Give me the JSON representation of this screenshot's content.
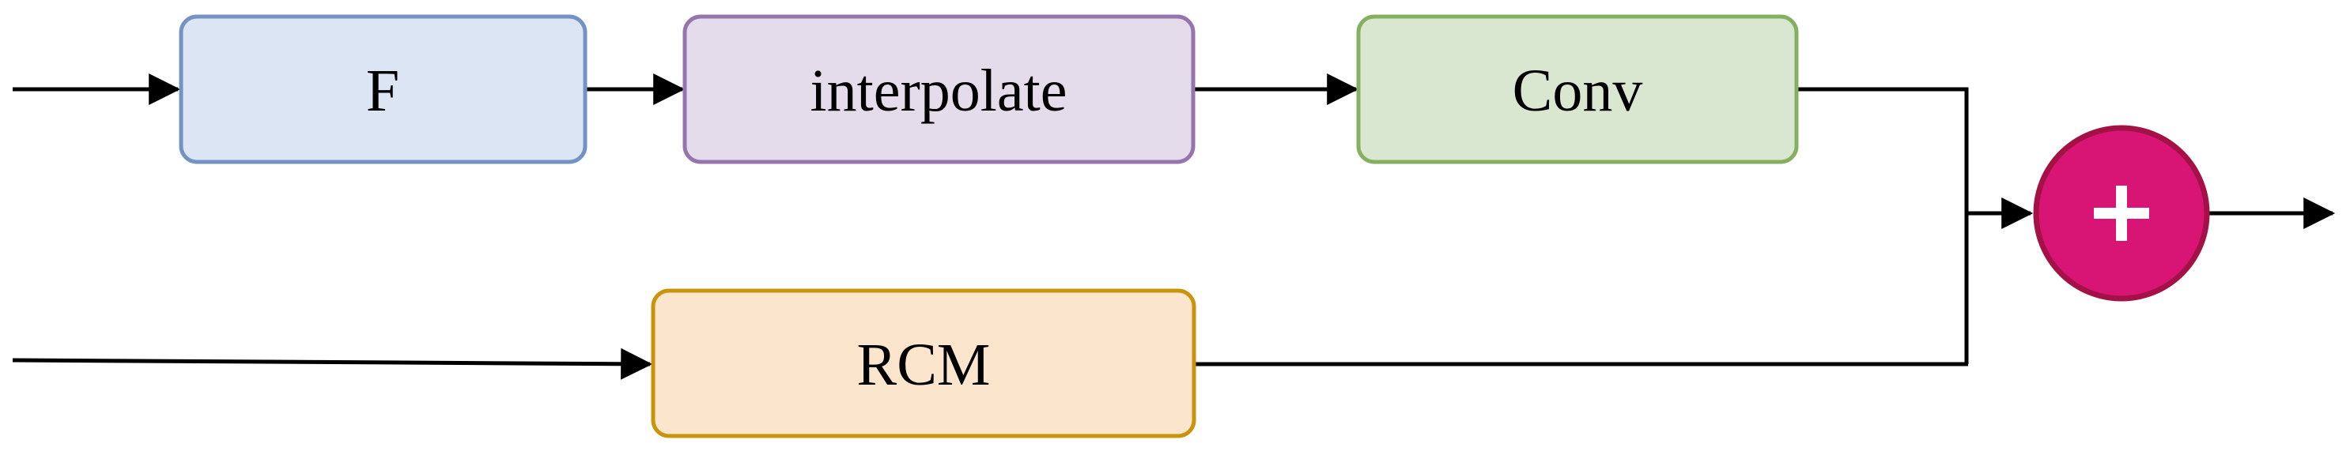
{
  "diagram": {
    "background": "#ffffff",
    "edge_color": "#000000",
    "nodes": {
      "f": {
        "label": "F",
        "fill": "#dbe5f3",
        "stroke": "#7492c3",
        "text_color": "#000000"
      },
      "interpolate": {
        "label": "interpolate",
        "fill": "#e4dbeb",
        "stroke": "#9674ad",
        "text_color": "#000000"
      },
      "conv": {
        "label": "Conv",
        "fill": "#d9e7d1",
        "stroke": "#85b062",
        "text_color": "#000000"
      },
      "rcm": {
        "label": "RCM",
        "fill": "#fce5cd",
        "stroke": "#c9940c",
        "text_color": "#000000"
      },
      "sum": {
        "symbol": "+",
        "fill": "#d81574",
        "stroke": "#a31147",
        "symbol_color": "#ffffff"
      }
    },
    "connections": [
      "input-top -> F",
      "F -> interpolate",
      "interpolate -> Conv",
      "Conv -> sum",
      "input-bottom -> RCM",
      "RCM -> sum",
      "sum -> output"
    ]
  }
}
